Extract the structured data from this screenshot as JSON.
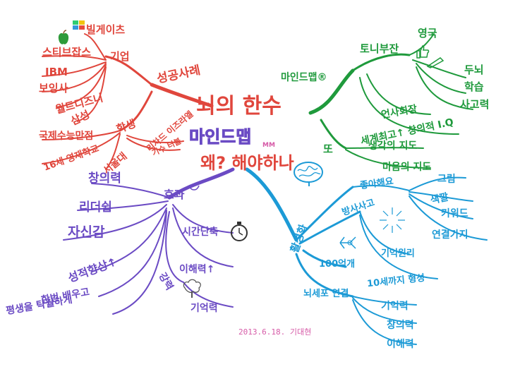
{
  "title": {
    "line1": "뇌의 한수",
    "line2": "마인드맵",
    "line3": "왜? 해야하나",
    "badge": "MM"
  },
  "branches": {
    "success": {
      "label": "성공사례",
      "sub_company": "기업",
      "sub_student": "학생",
      "companies": [
        "빌게이츠",
        "스티브잡스",
        "IBM",
        "보잉사",
        "월트디즈니",
        "삼성"
      ],
      "students": [
        "국제수능만점",
        "16세 영재학교",
        "서울대"
      ],
      "student_notes": [
        "리차드 이즈라엘",
        "기수 터볼"
      ]
    },
    "mindmap": {
      "label": "마인드맵®",
      "sub_buzan": "토니부잔",
      "sub_also": "또",
      "buzan_items": [
        "영국",
        "두뇌",
        "학습",
        "사고력"
      ],
      "buzan_facts": [
        "언사회장",
        "세계최고↑ 창의적 I.Q"
      ],
      "also_items": [
        "생각의 지도",
        "마음의 지도"
      ]
    },
    "activation": {
      "label": "활성화",
      "sub_like": "좋아해요",
      "sub_radial": "방사사고",
      "sub_neuron": "100억개",
      "sub_connect": "뇌세포 연결",
      "like_items": [
        "그림",
        "색깔",
        "키워드",
        "연결가지"
      ],
      "radial_items": [
        "기억원리",
        "10세까지 형성"
      ],
      "connect_items": [
        "기억력",
        "창의력",
        "이해력"
      ]
    },
    "effect": {
      "label": "효과",
      "items": [
        "창의력",
        "리더쉽",
        "자신감",
        "성적향상↑",
        "한번 배우고",
        "평생을 탁월하게"
      ],
      "right_items": [
        "시간단축",
        "이해력↑",
        "강력",
        "기억력"
      ]
    }
  },
  "signature": "2013.6.18. 기대현",
  "colors": {
    "red": "#e0463c",
    "green": "#1f9a3c",
    "blue": "#1c9ad6",
    "purple": "#6b4bc4"
  },
  "icons": [
    "apple-logo-icon",
    "windows-logo-icon",
    "thumbs-up-icon",
    "pencil-icon",
    "brain-icon",
    "neuron-icon",
    "sun-burst-icon",
    "stopwatch-icon",
    "tree-icon",
    "smile-icon"
  ]
}
